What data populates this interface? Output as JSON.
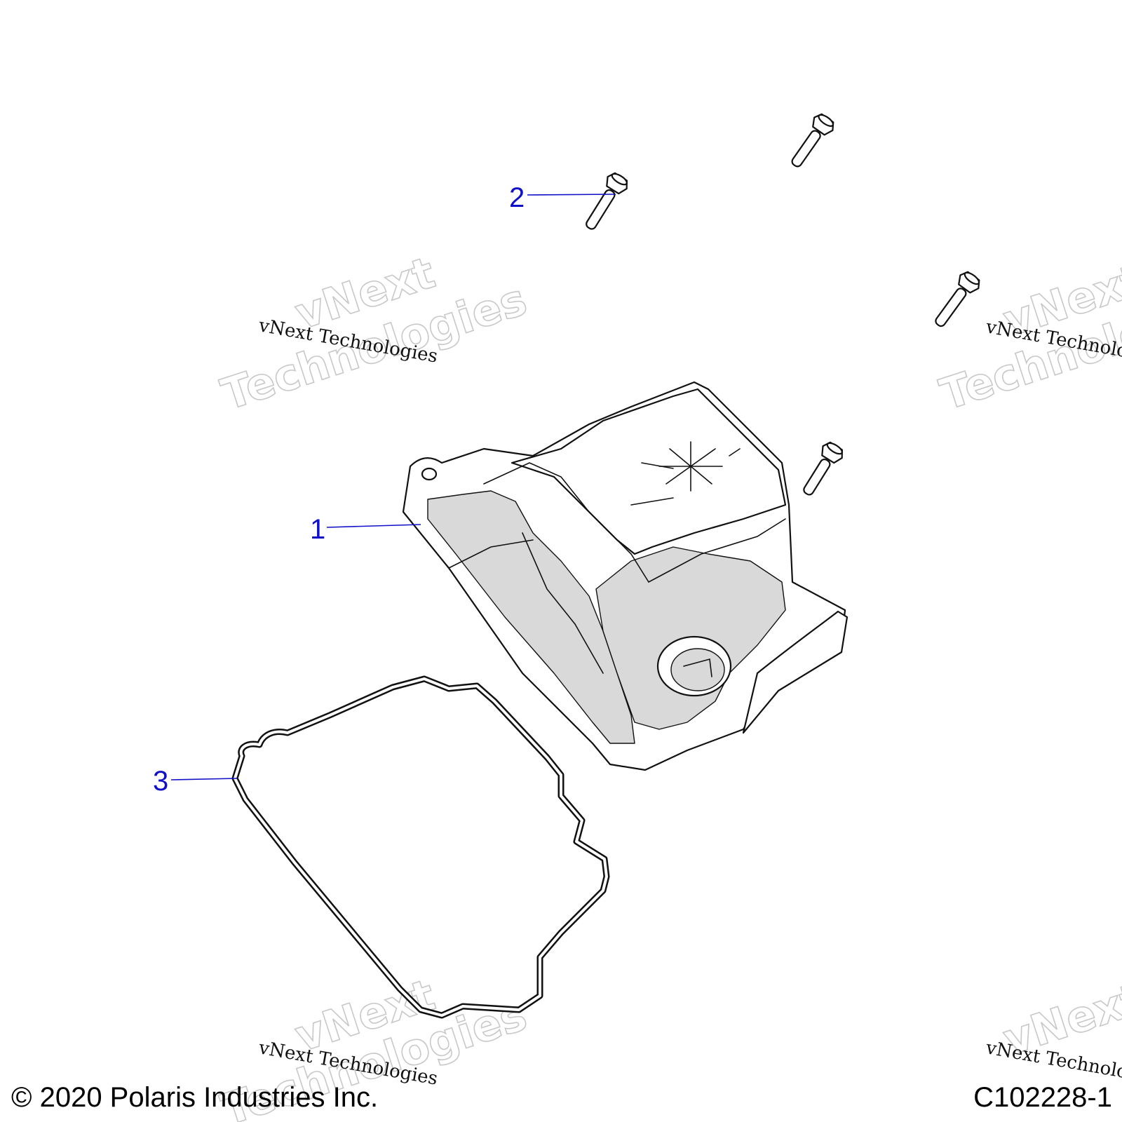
{
  "diagram": {
    "callouts": [
      {
        "number": "1",
        "part": "valve-cover"
      },
      {
        "number": "2",
        "part": "bolt"
      },
      {
        "number": "3",
        "part": "gasket"
      }
    ]
  },
  "watermark": {
    "line_small": "vNext Technologies",
    "line_large_1": "vNext",
    "line_large_2": "Technologies"
  },
  "footer": {
    "copyright": "© 2020 Polaris Industries Inc.",
    "figure_id": "C102228-1"
  }
}
